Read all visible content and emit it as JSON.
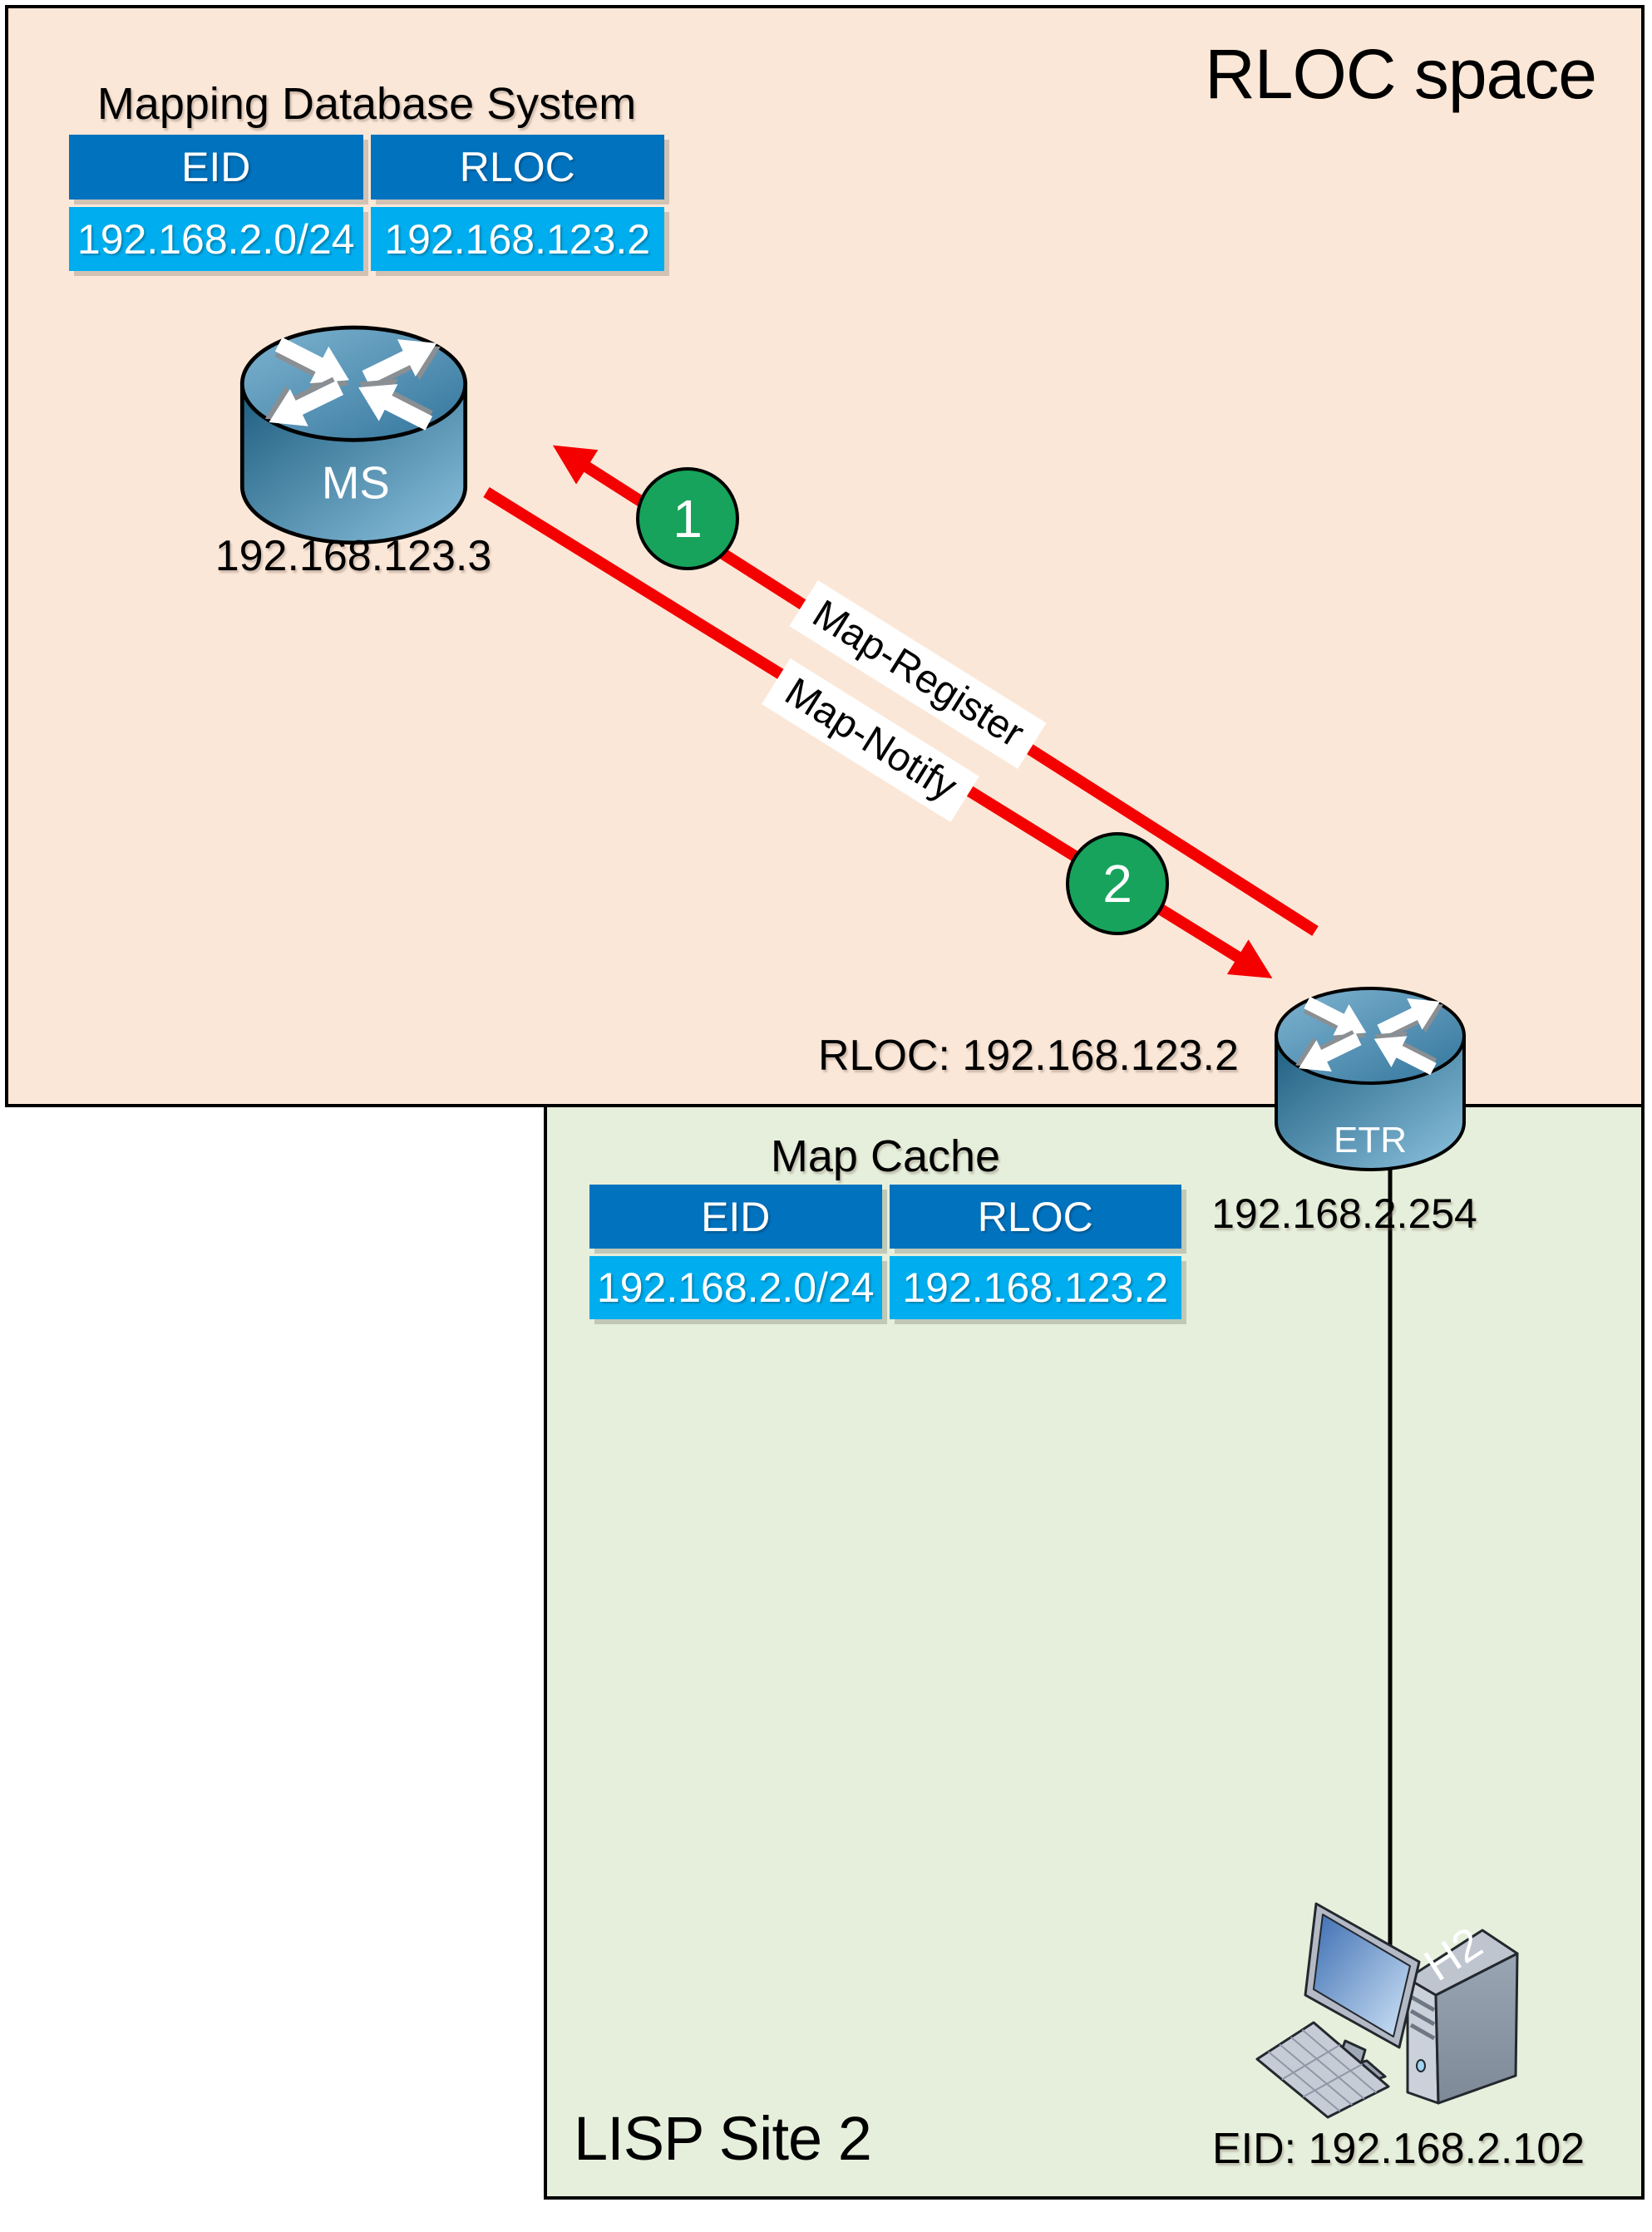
{
  "regions": {
    "rloc": {
      "label": "RLOC space",
      "bg": "#FBE7D7"
    },
    "lisp": {
      "label": "LISP Site 2",
      "bg": "#E5EFDB"
    }
  },
  "mapping_db": {
    "title": "Mapping Database System",
    "headers": [
      "EID",
      "RLOC"
    ],
    "rows": [
      [
        "192.168.2.0/24",
        "192.168.123.2"
      ]
    ]
  },
  "map_cache": {
    "title": "Map Cache",
    "headers": [
      "EID",
      "RLOC"
    ],
    "rows": [
      [
        "192.168.2.0/24",
        "192.168.123.2"
      ]
    ]
  },
  "nodes": {
    "ms": {
      "type": "router",
      "label": "MS",
      "ip": "192.168.123.3"
    },
    "etr": {
      "type": "router",
      "label": "ETR",
      "ip": "192.168.2.254",
      "rloc_text": "RLOC: 192.168.123.2"
    },
    "h2": {
      "type": "host",
      "label": "H2",
      "eid_text": "EID: 192.168.2.102"
    }
  },
  "flows": [
    {
      "step": "1",
      "label": "Map-Register",
      "direction": "ETR to MS"
    },
    {
      "step": "2",
      "label": "Map-Notify",
      "direction": "MS to ETR"
    }
  ],
  "colors": {
    "rloc_bg": "#FBE7D7",
    "lisp_bg": "#E5EFDB",
    "table_header_blue": "#0072BE",
    "table_value_blue": "#00AEEF",
    "arrow_red": "#F40000",
    "step_green": "#17A35B",
    "router_blue_dark": "#1D5C7E",
    "router_blue_light": "#8CC2DE",
    "outline_black": "#000000",
    "flow_label_bg": "#FFFFFF"
  }
}
